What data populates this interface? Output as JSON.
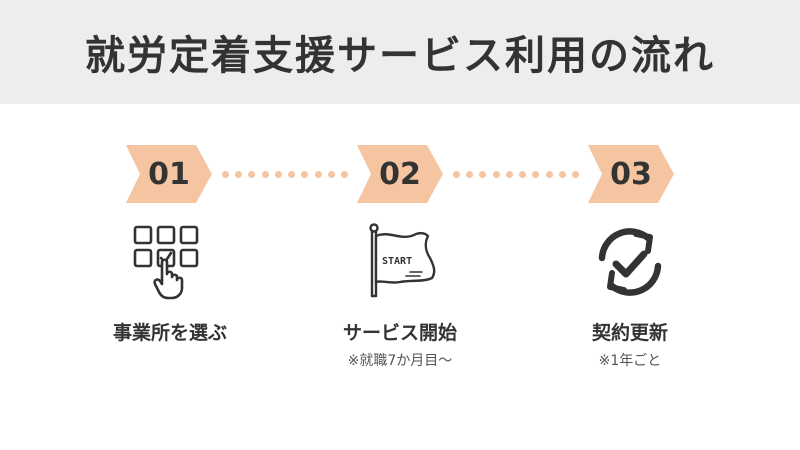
{
  "title": "就労定着支援サービス利用の流れ",
  "colors": {
    "header_bg": "#eeedeb",
    "accent": "#f5c4a1",
    "text": "#333333"
  },
  "steps": [
    {
      "number": "01",
      "icon": "keypad-touch-icon",
      "label": "事業所を選ぶ",
      "note": ""
    },
    {
      "number": "02",
      "icon": "start-flag-icon",
      "label": "サービス開始",
      "note": "※就職7か月目〜"
    },
    {
      "number": "03",
      "icon": "renew-check-icon",
      "label": "契約更新",
      "note": "※1年ごと"
    }
  ],
  "flag_text": "START"
}
